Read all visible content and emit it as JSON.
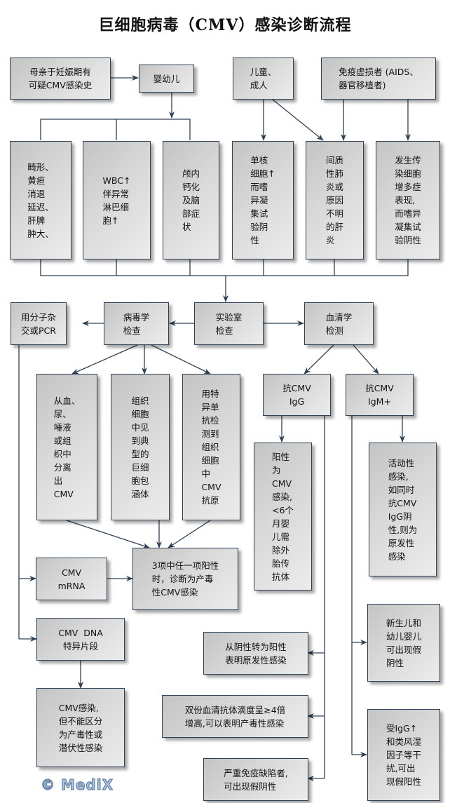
{
  "title": "巨细胞病毒（CMV）感染诊断流程",
  "watermark": "© MediX",
  "colors": {
    "line": "#2d4055",
    "box_border": "#2d4055",
    "box_fill_dark": "#c4c4c4",
    "box_fill_light": "#ececec"
  },
  "nodes": {
    "maternal_history": "母亲于妊娠期有\n可疑CMV感染史",
    "infant": "婴幼儿",
    "children_adults": "儿童、\n成人",
    "immunocompromised": "免疫虚损者 (AIDS、\n器官移植者)",
    "infant_symptom_1": "畸形、\n黄疸\n消退\n延迟、\n肝脾\n肿大、",
    "infant_symptom_2": "WBC↑\n伴异常\n淋巴细\n胞↑",
    "infant_symptom_3": "颅内\n钙化\n及脑\n部症\n状",
    "adult_symptom_1": "单核\n细胞↑\n而嗜\n异凝\n集试\n验阴\n性",
    "adult_symptom_2": "间质\n性肺\n炎或\n原因\n不明\n的肝\n炎",
    "immuno_symptom": "发生传\n染细胞\n增多症\n表现,\n而嗜异\n凝集试\n验阴性",
    "lab_test": "实验室\n检查",
    "virology": "病毒学\n检查",
    "molecular": "用分子杂\n交或PCR",
    "serology": "血清学\n检测",
    "isolation": "从血、\n尿、\n唾液\n或组\n织中\n分离\n出\nCMV",
    "inclusion_body": "组织\n细胞\n中见\n到典\n型的\n巨细\n胞包\n涵体",
    "antigen": "用特\n异单\n抗检\n测到\n组织\n细胞\n中\nCMV\n抗原",
    "anti_igg": "抗CMV\nIgG",
    "anti_igm": "抗CMV\nIgM+",
    "igg_result": "阳性\n为\nCMV\n感染,\n<6个\n月婴\n儿需\n除外\n胎传\n抗体",
    "igm_result": "活动性\n感染,\n如同时\n抗CMV\nIgG阴\n性,则为\n原发性\n感染",
    "cmv_mrna": "CMV\nmRNA",
    "productive_diagnosis": "3项中任一项阳性\n时，诊断为产毒\n性CMV感染",
    "cmv_dna": "CMV  DNA\n特异片段",
    "dna_result": "CMV感染,\n但不能区分\n为产毒性或\n潜伏性感染",
    "seroconversion": "从阴性转为阳性\n表明原发性感染",
    "fourfold_rise": "双份血清抗体滴度呈≥4倍\n增高,可以表明产毒性感染",
    "immunodeficient_false_neg": "严重免疫缺陷者,\n可出现假阴性",
    "neonate_false_neg": "新生儿和\n幼儿婴儿\n可出现假\n阴性",
    "igg_rf_false_pos": "受IgG↑\n和类风湿\n因子等干\n扰,可出\n现假阳性"
  }
}
